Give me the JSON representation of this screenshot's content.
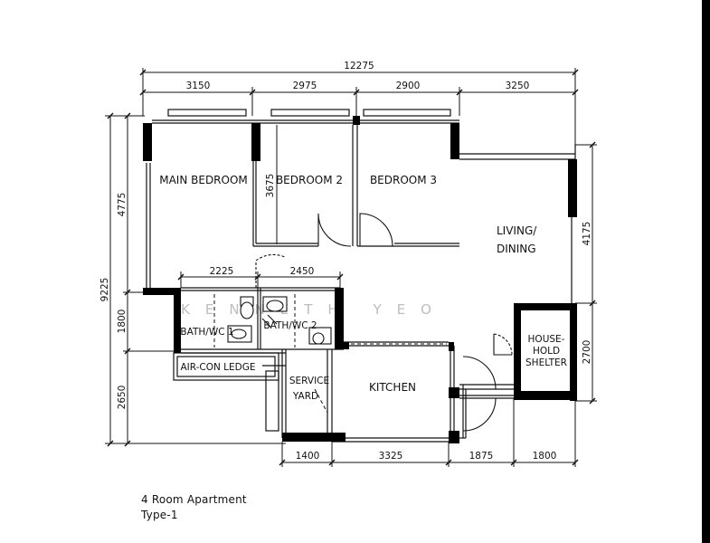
{
  "rooms": {
    "main_bedroom": "MAIN BEDROOM",
    "bedroom2": "BEDROOM 2",
    "bedroom3": "BEDROOM 3",
    "living_line1": "LIVING/",
    "living_line2": "DINING",
    "bath1": "BATH/WC 1",
    "bath2": "BATH/WC 2",
    "aircon": "AIR-CON LEDGE",
    "service_line1": "SERVICE",
    "service_line2": "YARD",
    "kitchen": "KITCHEN",
    "shelter_line1": "HOUSE-",
    "shelter_line2": "HOLD",
    "shelter_line3": "SHELTER"
  },
  "dimensions": {
    "overall_width": "12275",
    "top": [
      "3150",
      "2975",
      "2900",
      "3250"
    ],
    "left_overall": "9225",
    "left": [
      "4775",
      "1800",
      "2650"
    ],
    "bedroom2_depth": "3675",
    "living_depth": "4175",
    "shelter_depth": "2700",
    "bath_widths": [
      "2225",
      "2450"
    ],
    "bottom": [
      "1400",
      "3325",
      "1875",
      "1800"
    ]
  },
  "watermark": "KENNETH YEO",
  "caption": {
    "line1": "4 Room Apartment",
    "line2": "Type-1"
  },
  "colors": {
    "wall": "#000000",
    "line": "#111111",
    "watermark": "#bdbdbd"
  }
}
